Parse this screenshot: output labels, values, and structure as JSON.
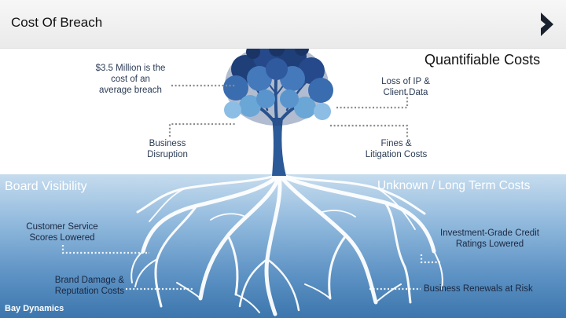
{
  "header": {
    "title": "Cost Of Breach"
  },
  "sections": {
    "quantifiable_heading": "Quantifiable Costs",
    "board_visibility": "Board Visibility",
    "unknown_heading": "Unknown / Long Term Costs"
  },
  "quantifiable_costs": {
    "average_breach": [
      "$3.5 Million is the",
      "cost of an",
      "average breach"
    ],
    "loss_of_ip": [
      "Loss of IP &",
      "Client Data"
    ],
    "business_disruption": [
      "Business",
      "Disruption"
    ],
    "fines": [
      "Fines &",
      "Litigation Costs"
    ]
  },
  "long_term_costs": {
    "customer_service": [
      "Customer Service",
      "Scores Lowered"
    ],
    "credit_ratings": [
      "Investment-Grade Credit",
      "Ratings Lowered"
    ],
    "brand_damage": [
      "Brand Damage &",
      "Reputation Costs"
    ],
    "renewals": "Business Renewals at Risk"
  },
  "footer": {
    "brand": "Bay Dynamics"
  },
  "colors": {
    "ground_top": "#c6dcee",
    "ground_bottom": "#3c76ad",
    "tree_dark": "#1f3f78",
    "tree_light": "#6aa6d6",
    "connector": "#8c8c8c"
  },
  "icons": {
    "logo": "play-chevron-icon"
  }
}
